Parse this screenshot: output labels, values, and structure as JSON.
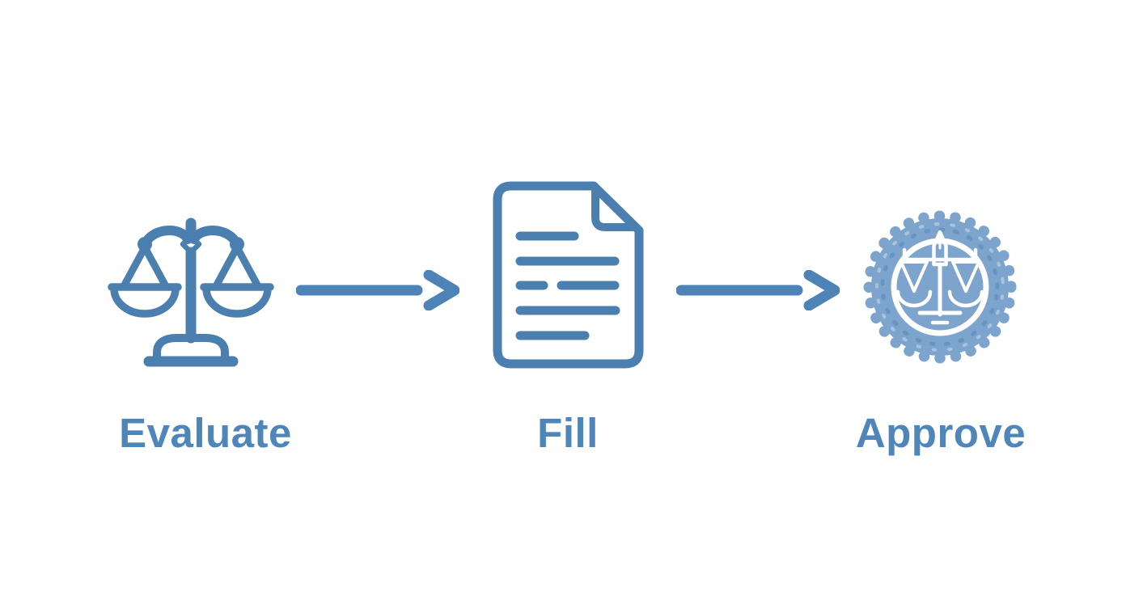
{
  "diagram": {
    "title": "",
    "type": "process-flow",
    "steps": [
      {
        "label": "Evaluate",
        "icon": "scales-of-justice-icon"
      },
      {
        "label": "Fill",
        "icon": "document-icon"
      },
      {
        "label": "Approve",
        "icon": "approval-seal-icon"
      }
    ],
    "connectors": [
      {
        "icon": "arrow-right-icon"
      },
      {
        "icon": "arrow-right-icon"
      }
    ]
  },
  "colors": {
    "background": "#ffffff",
    "icon_stroke": "#4a7fb0",
    "label_text": "#4f86ba",
    "arrow": "#4d83b7",
    "seal_fill": "#7ca4cc",
    "seal_speckle_dark": "#6795c3",
    "seal_speckle_light": "#a7c3de",
    "seal_graphic": "#ffffff"
  }
}
